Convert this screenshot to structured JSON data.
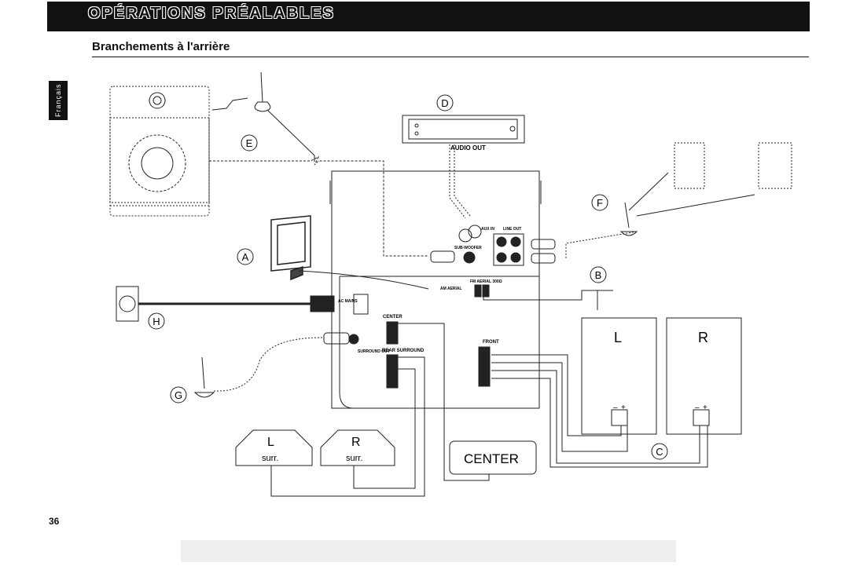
{
  "header": {
    "title": "OPÉRATIONS PRÉALABLES"
  },
  "section": {
    "title": "Branchements à l'arrière"
  },
  "side_tab": {
    "label": "Français"
  },
  "page": {
    "number": "36"
  },
  "diagram": {
    "callouts": {
      "A": "A",
      "B": "B",
      "C": "C",
      "D": "D",
      "E": "E",
      "F": "F",
      "G": "G",
      "H": "H"
    },
    "labels": {
      "audio_out": "AUDIO OUT",
      "aux_in": "AUX IN",
      "line_out": "LINE OUT",
      "sub_woofer": "SUB-WOOFER",
      "fm_aerial": "FM AERIAL 300Ω",
      "am_aerial": "AM AERIAL",
      "ac_mains": "AC MAINS",
      "center": "CENTER",
      "rear_surround": "REAR SURROUND",
      "surround_out": "SURROUND OUT",
      "front": "FRONT",
      "speaker_front_left": "L",
      "speaker_front_right": "R",
      "speaker_surr_left": "L",
      "speaker_surr_right": "R",
      "surr": "surr.",
      "center_speaker": "CENTER",
      "terminal_minus": "–",
      "terminal_plus": "+"
    }
  }
}
